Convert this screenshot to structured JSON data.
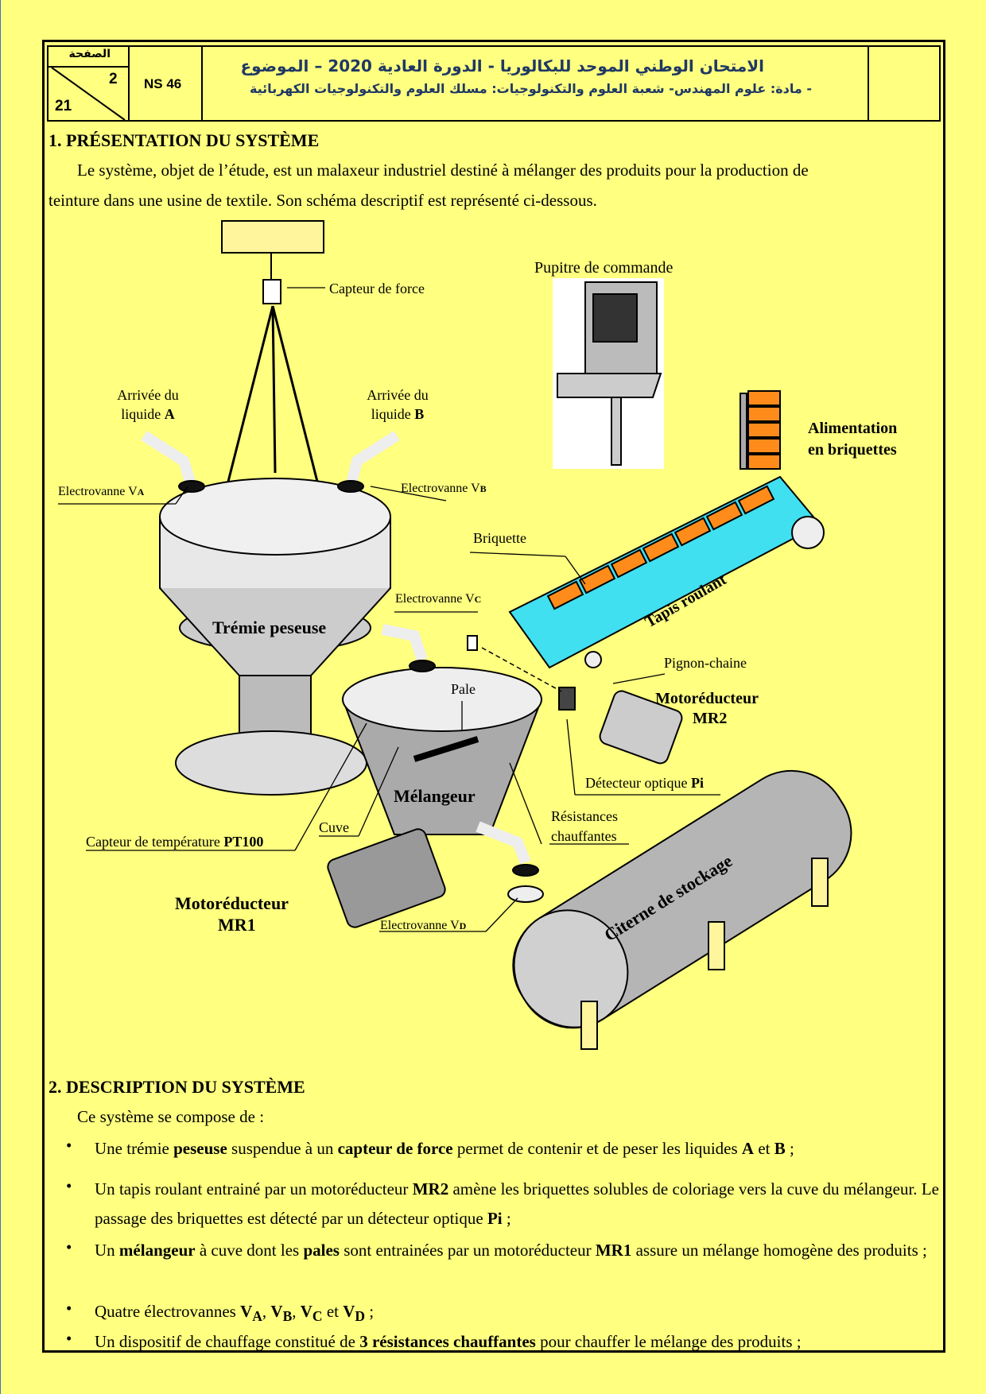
{
  "header": {
    "page_label": "الصفحة",
    "page_number": "2",
    "page_total": "21",
    "code": "NS 46",
    "title_line1": "الامتحان الوطني الموحد للبكالوريا - الدورة العادية 2020 – الموضوع",
    "title_line2": "- مادة: علوم المهندس- شعبة العلوم والتكنولوجيات: مسلك العلوم والتكنولوجيات الكهربائية"
  },
  "section1": {
    "title": "1.   PRÉSENTATION DU SYSTÈME",
    "para_line1": "Le système, objet de l’étude, est un malaxeur industriel destiné à mélanger des produits pour la production de",
    "para_line2": "teinture dans une usine de textile. Son schéma descriptif est représenté ci-dessous."
  },
  "diagram": {
    "capteur_force": "Capteur de force",
    "pupitre": "Pupitre de commande",
    "arrivee_a_1": "Arrivée du",
    "arrivee_a_2": "liquide ",
    "arrivee_a_letter": "A",
    "arrivee_b_1": "Arrivée du",
    "arrivee_b_2": "liquide ",
    "arrivee_b_letter": "B",
    "alimentation_1": "Alimentation",
    "alimentation_2": "en briquettes",
    "ev_a": "Electrovanne V",
    "ev_a_sub": "A",
    "ev_b": "Electrovanne V",
    "ev_b_sub": "B",
    "ev_c": "Electrovanne V",
    "ev_c_sub": "C",
    "ev_d": "Electrovanne V",
    "ev_d_sub": "D",
    "briquette": "Briquette",
    "tremie": "Trémie peseuse",
    "tapis": "Tapis roulant",
    "pale": "Pale",
    "pignon": "Pignon-chaine",
    "mr2_1": "Motoréducteur",
    "mr2_2": "MR2",
    "melangeur": "Mélangeur",
    "detecteur": "Détecteur optique ",
    "detecteur_pi": "Pi",
    "resist_1": "Résistances",
    "resist_2": "chauffantes",
    "cuve": "Cuve",
    "capteur_temp": "Capteur de température ",
    "capteur_temp_b": "PT100",
    "mr1_1": "Motoréducteur",
    "mr1_2": "MR1",
    "citerne": "Citerne de stockage"
  },
  "section2": {
    "title": "2.   DESCRIPTION DU SYSTÈME",
    "intro": "Ce système se compose de :",
    "bullets": [
      {
        "html": "Une trémie <b>peseuse</b> suspendue à un <b>capteur de force</b> permet de contenir et de peser les liquides <b>A</b> et <b>B</b> ;"
      },
      {
        "html": "Un tapis roulant entrainé par un motoréducteur <b>MR2</b> amène les briquettes solubles de coloriage vers la cuve du mélangeur. Le passage des briquettes est détecté par un détecteur optique <b>Pi</b> ;"
      },
      {
        "html": "Un <b>mélangeur</b> à cuve dont les <b>pales</b> sont entrainées par un motoréducteur <b>MR1</b> assure un mélange homogène des produits ;"
      },
      {
        "html": "Quatre électrovannes <b>V<sub>A</sub></b>, <b>V<sub>B</sub></b>, <b>V<sub>C</sub></b> et <b>V<sub>D</sub></b> ;"
      },
      {
        "html": "Un dispositif de chauffage constitué de <b>3 résistances chauffantes</b> pour chauffer le mélange des produits ;"
      }
    ],
    "bullet_symbol": "•"
  }
}
